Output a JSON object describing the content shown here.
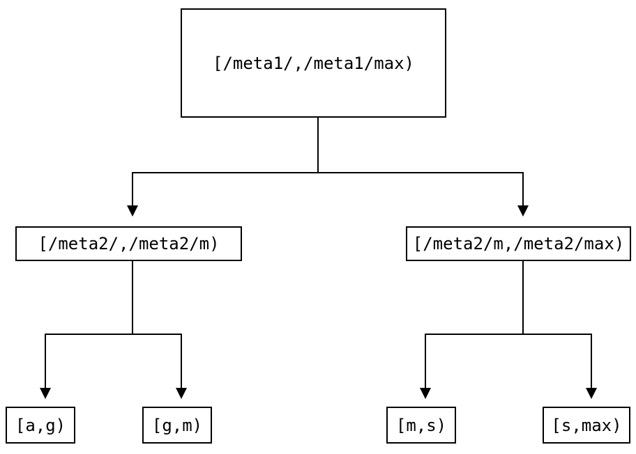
{
  "diagram": {
    "type": "tree",
    "background": "#ffffff",
    "line_color": "#000000",
    "nodes": {
      "root": {
        "label": "[/meta1/,/meta1/max)"
      },
      "meta2_low": {
        "label": "[/meta2/,/meta2/m)"
      },
      "meta2_high": {
        "label": "[/meta2/m,/meta2/max)"
      },
      "leaf_a_g": {
        "label": "[a,g)"
      },
      "leaf_g_m": {
        "label": "[g,m)"
      },
      "leaf_m_s": {
        "label": "[m,s)"
      },
      "leaf_s_max": {
        "label": "[s,max)"
      }
    },
    "edges": [
      {
        "from": "root",
        "to": "meta2_low"
      },
      {
        "from": "root",
        "to": "meta2_high"
      },
      {
        "from": "meta2_low",
        "to": "leaf_a_g"
      },
      {
        "from": "meta2_low",
        "to": "leaf_g_m"
      },
      {
        "from": "meta2_high",
        "to": "leaf_m_s"
      },
      {
        "from": "meta2_high",
        "to": "leaf_s_max"
      }
    ]
  }
}
